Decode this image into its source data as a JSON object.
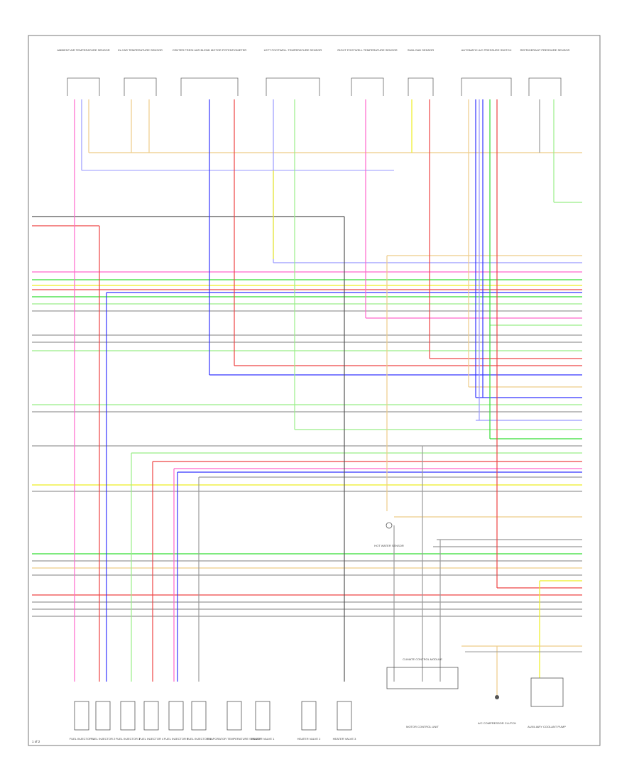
{
  "page_number": "1 of 2",
  "top_components": [
    {
      "label": "AMBIENT AIR TEMPERATURE SENSOR"
    },
    {
      "label": "IN-CAR TEMPERATURE SENSOR"
    },
    {
      "label": "CENTER FRESH AIR BLEND MOTOR POTENTIOMETER"
    },
    {
      "label": "LEFT FOOTWELL TEMPERATURE SENSOR"
    },
    {
      "label": "RIGHT FOOTWELL TEMPERATURE SENSOR"
    },
    {
      "label": "SUNLOAD SENSOR"
    },
    {
      "label": "AUTOMATIC A/C PRESSURE SWITCH"
    },
    {
      "label": "REFRIGERANT PRESSURE SENSOR"
    }
  ],
  "mid_components": [
    {
      "label": "HOT WATER SENSOR"
    },
    {
      "label": "CLIMATE CONTROL MODULE"
    }
  ],
  "bottom_components": [
    {
      "label": "FUEL INJECTOR 1"
    },
    {
      "label": "FUEL INJECTOR 2"
    },
    {
      "label": "FUEL INJECTOR 3"
    },
    {
      "label": "FUEL INJECTOR 4"
    },
    {
      "label": "FUEL INJECTOR 5"
    },
    {
      "label": "FUEL INJECTOR 6"
    },
    {
      "label": "EVAPORATOR TEMPERATURE SENSOR"
    },
    {
      "label": "HEATER VALVE 1"
    },
    {
      "label": "HEATER VALVE 2"
    },
    {
      "label": "HEATER VALVE 3"
    },
    {
      "label": "MOTOR CONTROL UNIT"
    },
    {
      "label": "A/C COMPRESSOR CLUTCH"
    },
    {
      "label": "AUXILIARY COOLANT PUMP"
    }
  ],
  "wire_colors": {
    "red": "#ee4444",
    "pink": "#ff66cc",
    "blue": "#3333ff",
    "green": "#33dd33",
    "light_green": "#99ee88",
    "yellow": "#eeee22",
    "tan": "#eecc88",
    "gray": "#999999",
    "dark_gray": "#555555",
    "lavender": "#9999ff"
  }
}
